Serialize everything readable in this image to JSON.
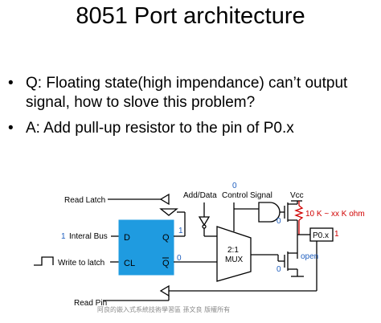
{
  "slide": {
    "title": "8051 Port architecture",
    "bullets": [
      {
        "marker": "•",
        "text": "Q: Floating state(high impendance) can’t output signal, how to slove this problem?"
      },
      {
        "marker": "•",
        "text": "A: Add pull-up resistor to the pin of P0.x"
      }
    ]
  },
  "diagram": {
    "labels": {
      "read_latch": "Read Latch",
      "add_data": "Add/Data",
      "control_signal": "Control Signal",
      "vcc": "Vcc",
      "control_value": "0",
      "interal_bus": "Interal Bus",
      "interal_bus_value": "1",
      "write_to_latch": "Write to latch",
      "read_pin": "Read Pin",
      "ff_d": "D",
      "ff_q": "Q",
      "ff_cl": "CL",
      "ff_qbar": "Q",
      "q_value": "1",
      "qbar_value": "0",
      "mux_ratio": "2:1",
      "mux_name": "MUX",
      "upper_fet_value": "0",
      "lower_fet_value": "0",
      "resistor_label": "10 K ~ xx K ohm",
      "pin_label": "P0.x",
      "pin_value": "1",
      "open_label": "open"
    },
    "colors": {
      "flipflop_fill": "#1f9be0",
      "blue_text": "#1f5fbf",
      "red": "#d00000"
    },
    "footer": "阿良的嵌入式系統技術學習區 孫文良 版權所有"
  }
}
